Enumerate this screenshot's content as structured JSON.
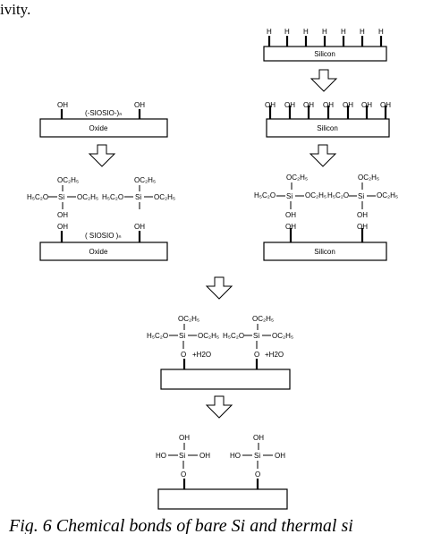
{
  "top_fragment": "ivity.",
  "caption": "Fig. 6 Chemical bonds of bare Si and thermal si",
  "labels": {
    "H": "H",
    "OH": "OH",
    "O": "O",
    "HO": "HO",
    "Si": "Si",
    "OC2H5": "OC₂H₅",
    "H5C2O": "H₅C₂O",
    "plusH2O_1": "+H2O",
    "plusH2O_2": "+H2O",
    "siosio_top": "(-SIOSIO-)ₙ",
    "siosio_bottom": "( SIOSIO )ₙ"
  },
  "boxes": {
    "silicon": "Silicon",
    "oxide": "Oxide"
  }
}
